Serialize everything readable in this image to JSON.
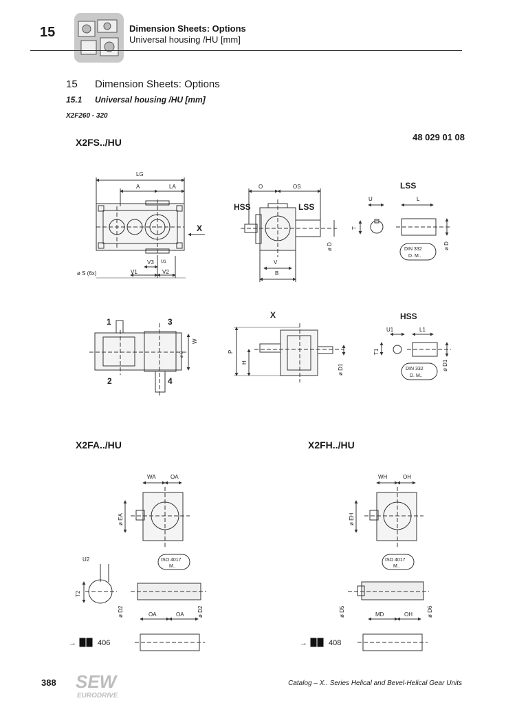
{
  "header": {
    "chapter_number": "15",
    "title": "Dimension Sheets: Options",
    "subtitle": "Universal housing /HU [mm]"
  },
  "section": {
    "number": "15",
    "title": "Dimension Sheets: Options",
    "sub_number": "15.1",
    "sub_title": "Universal housing /HU [mm]",
    "size_range": "X2F260 - 320"
  },
  "drawings": {
    "fs": {
      "model": "X2FS../HU",
      "drawing_number": "48 029 01 08",
      "labels": {
        "lg": "LG",
        "a": "A",
        "la": "LA",
        "x": "X",
        "v3": "V3",
        "u1": "U1",
        "v1": "V1",
        "v2": "V2",
        "s": "ø S (6x)",
        "o": "O",
        "os": "OS",
        "hss": "HSS",
        "lss": "LSS",
        "v": "V",
        "b": "B",
        "d": "ø D",
        "u": "U",
        "l": "L",
        "t": "T",
        "din": "DIN 332",
        "dm": "D. M..",
        "n1": "1",
        "n2": "2",
        "n3": "3",
        "n4": "4",
        "w": "W",
        "s_small": "ø S",
        "p": "P",
        "h": "H",
        "d1": "ø D1",
        "u1b": "U1",
        "l1": "L1",
        "t1": "T1"
      }
    },
    "fa": {
      "model": "X2FA../HU",
      "labels": {
        "wa": "WA",
        "oa": "OA",
        "ea": "ø EA",
        "u2": "U2",
        "t2": "T2",
        "iso": "ISO 4017",
        "m": "M..",
        "d2": "ø D2",
        "ref": "406"
      }
    },
    "fh": {
      "model": "X2FH../HU",
      "labels": {
        "wh": "WH",
        "oh": "OH",
        "eh": "ø EH",
        "iso": "ISO 4017",
        "m": "M..",
        "d5": "ø D5",
        "md": "MD",
        "d6": "ø D6",
        "ref": "408"
      }
    }
  },
  "footer": {
    "page_number": "388",
    "logo_main": "SEW",
    "logo_sub": "EURODRIVE",
    "catalog_text": "Catalog – X.. Series Helical and Bevel-Helical Gear Units"
  }
}
